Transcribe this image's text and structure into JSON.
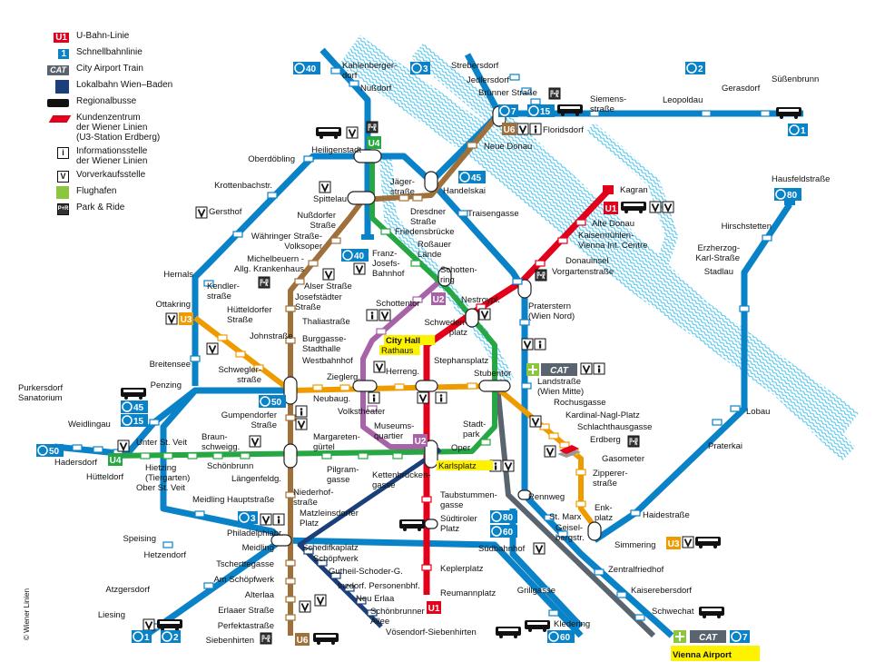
{
  "legend": [
    {
      "icon": "u-bahn-badge-icon",
      "badge": "U1",
      "label": "U-Bahn-Linie"
    },
    {
      "icon": "s-bahn-badge-icon",
      "badge": "1",
      "label": "Schnellbahnlinie"
    },
    {
      "icon": "cat-train-icon",
      "badge": "CAT",
      "label": "City Airport Train"
    },
    {
      "icon": "lokalbahn-icon",
      "badge": "",
      "label": "Lokalbahn Wien–Baden"
    },
    {
      "icon": "bus-icon",
      "badge": "",
      "label": "Regionalbusse"
    },
    {
      "icon": "customer-center-icon",
      "badge": "",
      "label": "Kundenzentrum\nder Wiener Linien\n(U3-Station Erdberg)"
    },
    {
      "icon": "info-icon",
      "badge": "i",
      "label": "Informationsstelle\nder Wiener Linien"
    },
    {
      "icon": "ticket-sales-icon",
      "badge": "V",
      "label": "Vorverkaufsstelle"
    },
    {
      "icon": "airport-icon",
      "badge": "",
      "label": "Flughafen"
    },
    {
      "icon": "park-and-ride-icon",
      "badge": "P+R",
      "label": "Park & Ride"
    }
  ],
  "colors": {
    "u1": "#e2001a",
    "u2": "#a862a8",
    "u3": "#ee9b00",
    "u4": "#27a744",
    "u6": "#a0703a",
    "sbahn": "#0a82c8",
    "cat": "#5a646e",
    "lokalbahn": "#1a3f7a",
    "water": "#4cc4ee",
    "highlight": "#fff200"
  },
  "stations": [
    [
      "Kahlenberger-",
      "dorf"
    ],
    [
      "Nußdorf"
    ],
    [
      "Strebersdorf"
    ],
    [
      "Jedlersdorf"
    ],
    [
      "Brünner Straße"
    ],
    [
      "Floridsdorf"
    ],
    [
      "Siemens-",
      "straße"
    ],
    [
      "Leopoldau"
    ],
    [
      "Gerasdorf"
    ],
    [
      "Süßenbrunn"
    ],
    [
      "Neue Donau"
    ],
    [
      "Handelskai"
    ],
    [
      "Traisengasse"
    ],
    [
      "Jäger-",
      "straße"
    ],
    [
      "Dresdner",
      "Straße"
    ],
    [
      "Friedensbrücke"
    ],
    [
      "Roßauer",
      "Lände"
    ],
    [
      "Schotten-",
      "ring"
    ],
    [
      "Heiligenstadt"
    ],
    [
      "Oberdöbling"
    ],
    [
      "Krottenbachstr."
    ],
    [
      "Gersthof"
    ],
    [
      "Spittelau"
    ],
    [
      "Nußdorfer",
      "Straße"
    ],
    [
      "Währinger Straße-",
      "Volksoper"
    ],
    [
      "Michelbeuern -",
      "Allg. Krankenhaus"
    ],
    [
      "Franz-",
      "Josefs-",
      "Bahnhof"
    ],
    [
      "Hernals"
    ],
    [
      "Alser Straße"
    ],
    [
      "Josefstädter",
      "Straße"
    ],
    [
      "Thaliastraße"
    ],
    [
      "Ottakring"
    ],
    [
      "Kendler-",
      "straße"
    ],
    [
      "Hütteldorfer",
      "Straße"
    ],
    [
      "Johnstraße"
    ],
    [
      "Breitensee"
    ],
    [
      "Penzing"
    ],
    [
      "Schwegler-",
      "straße"
    ],
    [
      "Burggasse-",
      "Stadthalle"
    ],
    [
      "Westbahnhof"
    ],
    [
      "Zieglerg."
    ],
    [
      "Neubaug."
    ],
    [
      "Volkstheater"
    ],
    [
      "Schottentor"
    ],
    [
      "City Hall"
    ],
    [
      "Rathaus"
    ],
    [
      "Nestroypl."
    ],
    [
      "Schweden-",
      "platz"
    ],
    [
      "Praterstern",
      "(Wien Nord)"
    ],
    [
      "Herreng."
    ],
    [
      "Stephansplatz"
    ],
    [
      "Stubentor"
    ],
    [
      "Landstraße",
      "(Wien Mitte)"
    ],
    [
      "Rochusgasse"
    ],
    [
      "Kardinal-Nagl-Platz"
    ],
    [
      "Schlachthausgasse"
    ],
    [
      "Erdberg"
    ],
    [
      "Gasometer"
    ],
    [
      "Zipperer-",
      "straße"
    ],
    [
      "Enk-",
      "platz"
    ],
    [
      "Geisel-",
      "bergstr."
    ],
    [
      "Simmering"
    ],
    [
      "Museums-",
      "quartier"
    ],
    [
      "Stadt-",
      "park"
    ],
    [
      "Oper"
    ],
    [
      "Karlsplatz"
    ],
    [
      "Gumpendorfer",
      "Straße"
    ],
    [
      "Margareten-",
      "gürtel"
    ],
    [
      "Pilgram-",
      "gasse"
    ],
    [
      "Kettenbrücken-",
      "gasse"
    ],
    [
      "Unter St. Veit"
    ],
    [
      "Braun-",
      "schweigg."
    ],
    [
      "Hietzing",
      "(Tiergarten)"
    ],
    [
      "Schönbrunn"
    ],
    [
      "Meidling Hauptstraße"
    ],
    [
      "Längenfeldg."
    ],
    [
      "Ober St. Veit"
    ],
    [
      "Hütteldorf"
    ],
    [
      "Hadersdorf"
    ],
    [
      "Weidlingau"
    ],
    [
      "Purkersdorf",
      "Sanatorium"
    ],
    [
      "Niederhof-",
      "straße"
    ],
    [
      "Philadelphiabr."
    ],
    [
      "Meidling"
    ],
    [
      "Matzleinsdorfer",
      "Platz"
    ],
    [
      "Taubstummen-",
      "gasse"
    ],
    [
      "Südtiroler",
      "Platz"
    ],
    [
      "Südbahnhof"
    ],
    [
      "Rennweg"
    ],
    [
      "St. Marx"
    ],
    [
      "Haidestraße"
    ],
    [
      "Lobau"
    ],
    [
      "Praterkai"
    ],
    [
      "Stadlau"
    ],
    [
      "Erzherzog-",
      "Karl-Straße"
    ],
    [
      "Hirschstetten"
    ],
    [
      "Hausfeldstraße"
    ],
    [
      "Kagran"
    ],
    [
      "Alte Donau"
    ],
    [
      "Kaisermühlen-",
      "Vienna Int. Centre"
    ],
    [
      "Donauinsel"
    ],
    [
      "Vorgartenstraße"
    ],
    [
      "Speising"
    ],
    [
      "Hetzendorf"
    ],
    [
      "Schedifkaplatz"
    ],
    [
      "Schöpfwerk"
    ],
    [
      "Gutheil-Schoder-G."
    ],
    [
      "Inzdorf. Personenbhf."
    ],
    [
      "Neu Erlaa"
    ],
    [
      "Schönbrunner",
      "Allee"
    ],
    [
      "Vösendorf-Siebenhirten"
    ],
    [
      "Tscherttegasse"
    ],
    [
      "Am Schöpfwerk"
    ],
    [
      "Alterlaa"
    ],
    [
      "Erlaaer Straße"
    ],
    [
      "Perfektastraße"
    ],
    [
      "Siebenhirten"
    ],
    [
      "Atzgersdorf"
    ],
    [
      "Liesing"
    ],
    [
      "Keplerplatz"
    ],
    [
      "Reumannplatz"
    ],
    [
      "Grillgasse"
    ],
    [
      "Kledering"
    ],
    [
      "Zentralfriedhof"
    ],
    [
      "Kaiserebersdorf"
    ],
    [
      "Schwechat"
    ],
    [
      "Vienna Airport"
    ]
  ],
  "badges": [
    {
      "type": "s",
      "label": "40"
    },
    {
      "type": "s",
      "label": "3"
    },
    {
      "type": "s",
      "label": "7"
    },
    {
      "type": "s",
      "label": "15"
    },
    {
      "type": "s",
      "label": "2"
    },
    {
      "type": "s",
      "label": "1"
    },
    {
      "type": "s",
      "label": "45"
    },
    {
      "type": "s",
      "label": "40"
    },
    {
      "type": "s",
      "label": "80"
    },
    {
      "type": "s",
      "label": "50"
    },
    {
      "type": "s",
      "label": "45"
    },
    {
      "type": "s",
      "label": "15"
    },
    {
      "type": "s",
      "label": "50"
    },
    {
      "type": "s",
      "label": "3"
    },
    {
      "type": "s",
      "label": "80"
    },
    {
      "type": "s",
      "label": "60"
    },
    {
      "type": "s",
      "label": "1"
    },
    {
      "type": "s",
      "label": "2"
    },
    {
      "type": "s",
      "label": "60"
    },
    {
      "type": "s",
      "label": "7"
    },
    {
      "type": "u4",
      "label": "U4"
    },
    {
      "type": "u6",
      "label": "U6"
    },
    {
      "type": "u3",
      "label": "U3"
    },
    {
      "type": "u2",
      "label": "U2"
    },
    {
      "type": "u2",
      "label": "U2"
    },
    {
      "type": "u1",
      "label": "U1"
    },
    {
      "type": "u1",
      "label": "U1"
    },
    {
      "type": "u3",
      "label": "U3"
    },
    {
      "type": "u4",
      "label": "U4"
    },
    {
      "type": "u6",
      "label": "U6"
    },
    {
      "type": "cat",
      "label": "CAT"
    },
    {
      "type": "cat",
      "label": "CAT"
    }
  ],
  "copyright": "© Wiener Linien"
}
